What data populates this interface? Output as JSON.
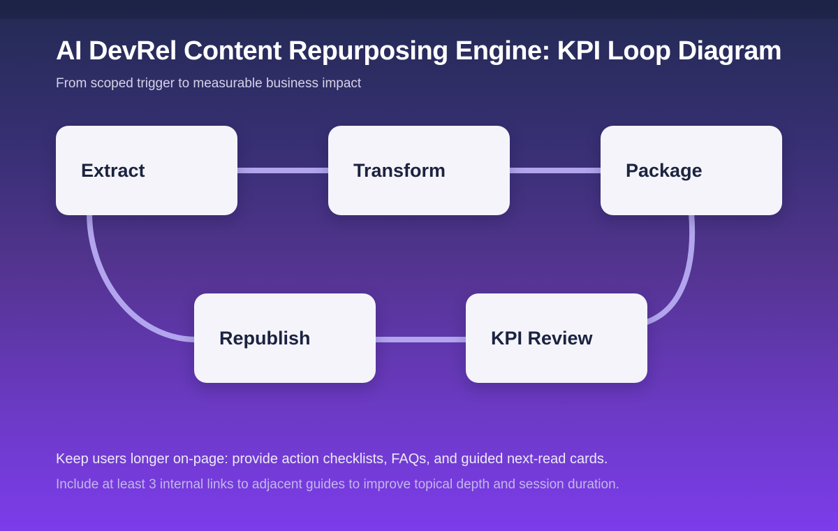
{
  "header": {
    "title": "AI DevRel Content Repurposing Engine: KPI Loop Diagram",
    "subtitle": "From scoped trigger to measurable business impact"
  },
  "diagram": {
    "type": "flow-loop",
    "nodes": [
      {
        "id": "extract",
        "label": "Extract",
        "row": "top"
      },
      {
        "id": "transform",
        "label": "Transform",
        "row": "top"
      },
      {
        "id": "package",
        "label": "Package",
        "row": "top"
      },
      {
        "id": "republish",
        "label": "Republish",
        "row": "bottom"
      },
      {
        "id": "kpi-review",
        "label": "KPI Review",
        "row": "bottom"
      }
    ],
    "edges": [
      {
        "from": "extract",
        "to": "transform",
        "shape": "straight"
      },
      {
        "from": "transform",
        "to": "package",
        "shape": "straight"
      },
      {
        "from": "package",
        "to": "kpi-review",
        "shape": "curve"
      },
      {
        "from": "republish",
        "to": "kpi-review",
        "shape": "straight"
      },
      {
        "from": "extract",
        "to": "republish",
        "shape": "curve"
      }
    ]
  },
  "footer": {
    "line1": "Keep users longer on-page: provide action checklists, FAQs, and guided next-read cards.",
    "line2": "Include at least 3 internal links to adjacent guides to improve topical depth and session duration."
  },
  "colors": {
    "background_top": "#222a52",
    "background_bottom": "#7c3cea",
    "top_strip": "#1d2444",
    "card_fill": "#f5f4fa",
    "card_text": "#1b2340",
    "connector": "#b2a5ee",
    "title_text": "#ffffff",
    "subtitle_text": "#d6d2e8",
    "footer_primary": "#eceaf6",
    "footer_secondary": "#c3b6ea"
  }
}
